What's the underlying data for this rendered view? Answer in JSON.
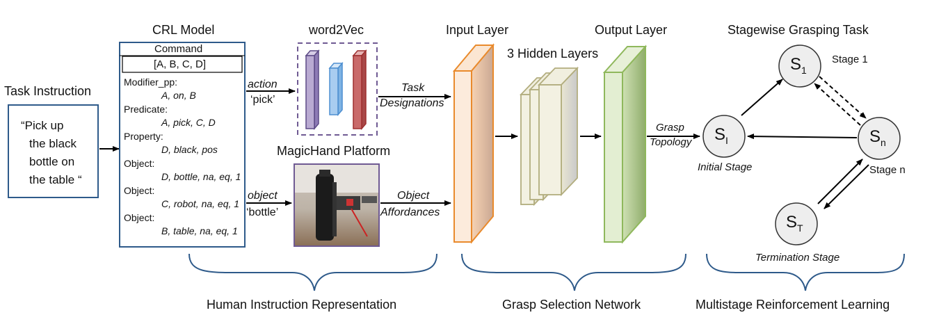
{
  "task_instruction": {
    "title": "Task Instruction",
    "lines": [
      "“Pick up",
      "the black",
      "bottle on",
      "the table “"
    ]
  },
  "crl": {
    "title": "CRL Model",
    "command_label": "Command",
    "command_value": "[A, B, C, D]",
    "entries": [
      {
        "label": "Modifier_pp:",
        "value": "A, on, B"
      },
      {
        "label": "Predicate:",
        "value": "A, pick, C, D"
      },
      {
        "label": "Property:",
        "value": "D, black, pos"
      },
      {
        "label": "Object:",
        "value": "D, bottle, na, eq, 1"
      },
      {
        "label": "Object:",
        "value": "C, robot, na, eq, 1"
      },
      {
        "label": "Object:",
        "value": "B, table, na, eq, 1"
      }
    ]
  },
  "word2vec": {
    "title": "word2Vec"
  },
  "magichand": {
    "title": "MagicHand Platform"
  },
  "edges": {
    "action": "action",
    "action_value": "‘pick’",
    "object": "object",
    "object_value": "‘bottle’",
    "task": "Task",
    "designations": "Designations",
    "obj": "Object",
    "affordances": "Affordances",
    "grasp": "Grasp",
    "topology": "Topology"
  },
  "network": {
    "input_title": "Input Layer",
    "hidden_title": "3 Hidden Layers",
    "output_title": "Output Layer"
  },
  "stagewise": {
    "title": "Stagewise Grasping Task",
    "s1": "S",
    "s1_sub": "1",
    "sn": "S",
    "sn_sub": "n",
    "si": "S",
    "si_sub": "I",
    "st": "S",
    "st_sub": "T",
    "stage1_label": "Stage 1",
    "stagen_label": "Stage n",
    "initial_label": "Initial Stage",
    "termination_label": "Termination Stage"
  },
  "bottom_labels": {
    "left": "Human Instruction Representation",
    "middle": "Grasp Selection Network",
    "right": "Multistage Reinforcement Learning"
  },
  "colors": {
    "crl_border": "#2e5a8a",
    "word2vec_border": "#6f5a93",
    "w2v_purple": "#b9aad2",
    "w2v_blue": "#a9cdf0",
    "w2v_red": "#c96a6a",
    "input_layer": "#e98a2c",
    "hidden_layer": "#b2ad7e",
    "output_layer": "#8fb85c",
    "brace": "#2e5a8a"
  }
}
